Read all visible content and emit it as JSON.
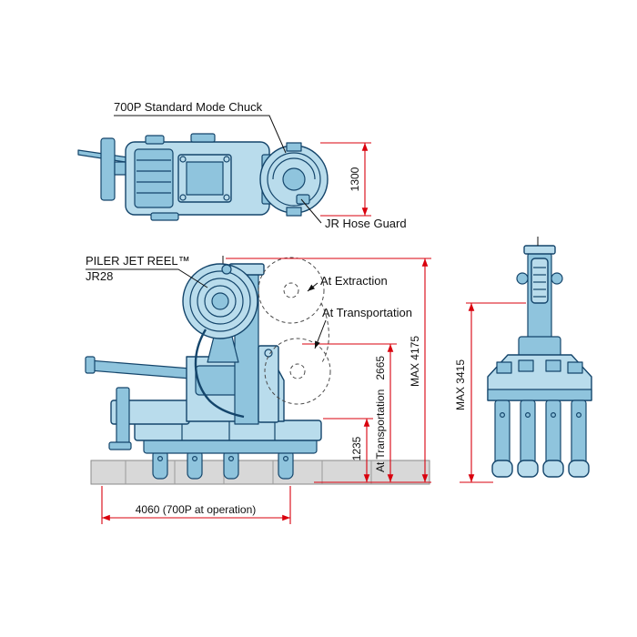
{
  "top_view": {
    "chuck_label": "700P Standard Mode Chuck",
    "hose_guard_label": "JR Hose Guard",
    "height_dim": "1300"
  },
  "side_view": {
    "reel_name": "PILER JET REEL™",
    "reel_model": "JR28",
    "extraction_label": "At Extraction",
    "transportation_label": "At Transportation",
    "transport_height_label": "At Transportation",
    "transport_height_value": "2665",
    "max_height": "MAX 4175",
    "base_height": "1235",
    "operation_length": "4060 (700P at operation)"
  },
  "rear_view": {
    "max_height": "MAX 3415"
  },
  "colors": {
    "machine_fill": "#b9dcec",
    "machine_fill_mid": "#8fc4dd",
    "machine_stroke": "#14456b",
    "dimension_red": "#d9000d",
    "label_black": "#111111",
    "ground_gray": "#d8d8d8"
  }
}
